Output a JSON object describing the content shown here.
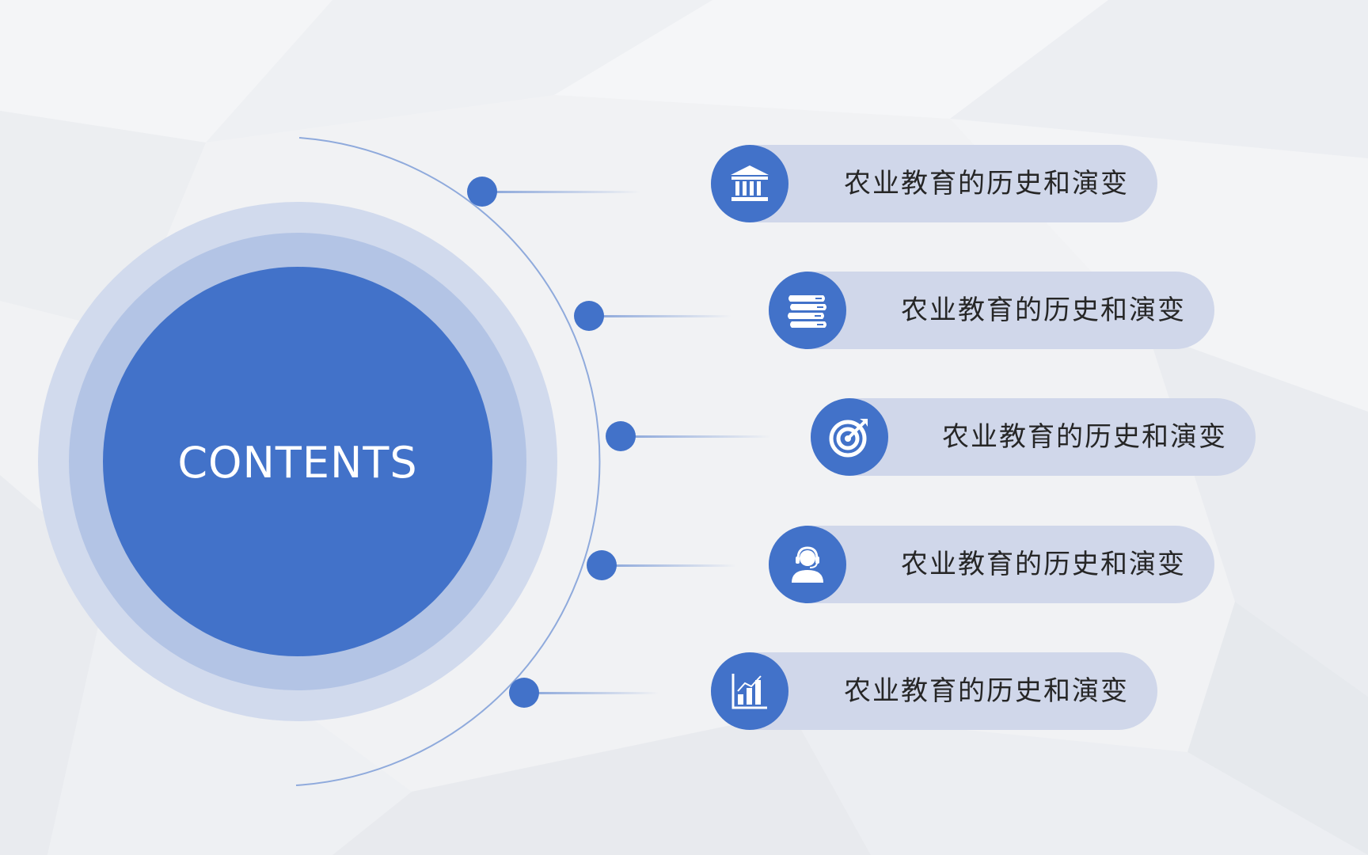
{
  "center": {
    "title": "CONTENTS"
  },
  "items": [
    {
      "label": "农业教育的历史和演变",
      "icon": "bank-icon"
    },
    {
      "label": "农业教育的历史和演变",
      "icon": "books-icon"
    },
    {
      "label": "农业教育的历史和演变",
      "icon": "target-icon"
    },
    {
      "label": "农业教育的历史和演变",
      "icon": "support-agent-icon"
    },
    {
      "label": "农业教育的历史和演变",
      "icon": "bar-chart-icon"
    }
  ],
  "colors": {
    "accent": "#4272c9",
    "pill": "#d0d7ea",
    "ring_outer": "#d1daed",
    "ring_mid": "#b3c4e5",
    "text": "#262626",
    "background": "#f1f2f4"
  }
}
